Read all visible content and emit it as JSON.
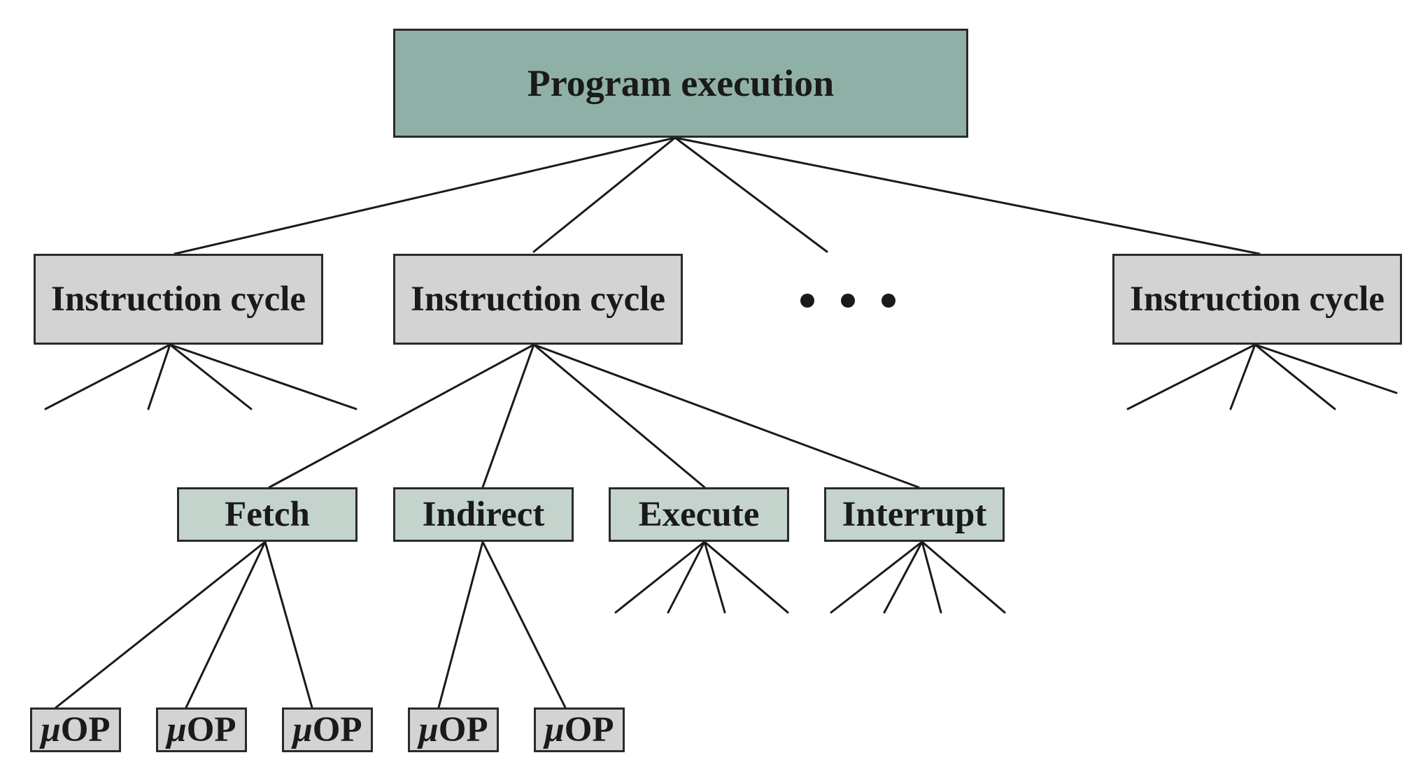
{
  "diagram": {
    "root": {
      "label": "Program execution"
    },
    "instruction_cycles": [
      {
        "label": "Instruction cycle"
      },
      {
        "label": "Instruction cycle"
      },
      {
        "label": "Instruction cycle"
      }
    ],
    "phases": [
      {
        "label": "Fetch"
      },
      {
        "label": "Indirect"
      },
      {
        "label": "Execute"
      },
      {
        "label": "Interrupt"
      }
    ],
    "micro_ops": [
      {
        "symbol": "μ",
        "suffix": "OP"
      },
      {
        "symbol": "μ",
        "suffix": "OP"
      },
      {
        "symbol": "μ",
        "suffix": "OP"
      },
      {
        "symbol": "μ",
        "suffix": "OP"
      },
      {
        "symbol": "μ",
        "suffix": "OP"
      }
    ]
  },
  "colors": {
    "root_fill": "#8fb0a7",
    "cycle_fill": "#d3d3d3",
    "phase_fill": "#c4d4cd",
    "uop_fill": "#d3d3d3"
  }
}
